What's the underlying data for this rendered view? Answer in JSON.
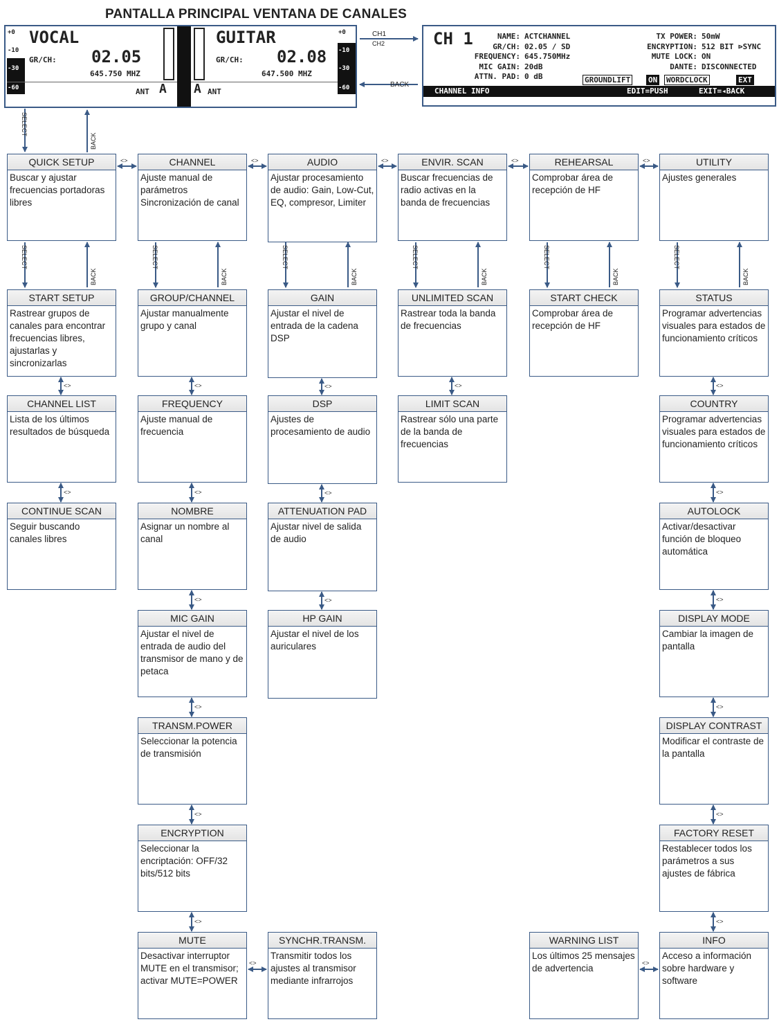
{
  "title": "PANTALLA PRINCIPAL VENTANA DE CANALES",
  "main_screen": {
    "left_name": "VOCAL",
    "right_name": "GUITAR",
    "grch_label": "GR/CH:",
    "left_value": "02.05",
    "right_value": "02.08",
    "left_freq": "645.750 MHZ",
    "right_freq": "647.500 MHZ",
    "ant": "ANT",
    "ant_letter": "A",
    "scale": [
      "+0",
      "-10",
      "-30",
      "-60"
    ]
  },
  "arrow_labels": {
    "ch1": "CH1",
    "ch2": "CH2",
    "back": "BACK",
    "select": "SELECT"
  },
  "channel_info": {
    "ch": "CH 1",
    "left_rows": [
      {
        "k": "NAME:",
        "v": "ACTCHANNEL"
      },
      {
        "k": "GR/CH:",
        "v": "02.05 / SD"
      },
      {
        "k": "FREQUENCY:",
        "v": "645.750MHz"
      },
      {
        "k": "MIC GAIN:",
        "v": "20dB"
      },
      {
        "k": "ATTN. PAD:",
        "v": "0 dB"
      }
    ],
    "right_rows": [
      {
        "k": "TX POWER:",
        "v": "50mW"
      },
      {
        "k": "ENCRYPTION:",
        "v": "512 BIT  ⊳SYNC"
      },
      {
        "k": "MUTE LOCK:",
        "v": "ON"
      },
      {
        "k": "DANTE:",
        "v": "DISCONNECTED"
      }
    ],
    "groundlift": "GROUNDLIFT",
    "on": "ON",
    "wordclock": "WORDCLOCK",
    "ext": "EXT",
    "footer_left": "CHANNEL INFO",
    "footer_edit": "EDIT=PUSH",
    "footer_exit": "EXIT=◂BACK"
  },
  "nav_symbol": "<>",
  "columns": [
    {
      "items": [
        {
          "title": "QUICK SETUP",
          "desc": "Buscar y ajustar frecuencias portadoras libres"
        },
        {
          "title": "START SETUP",
          "desc": "Rastrear grupos de canales para encontrar frecuencias libres, ajustarlas y sincronizarlas"
        },
        {
          "title": "CHANNEL LIST",
          "desc": "Lista de los últimos resultados de búsqueda"
        },
        {
          "title": "CONTINUE SCAN",
          "desc": "Seguir buscando canales libres"
        }
      ]
    },
    {
      "items": [
        {
          "title": "CHANNEL",
          "desc": "Ajuste manual de parámetros Sincronización de canal"
        },
        {
          "title": "GROUP/CHANNEL",
          "desc": "Ajustar manualmente grupo y canal"
        },
        {
          "title": "FREQUENCY",
          "desc": "Ajuste manual de frecuencia"
        },
        {
          "title": "NOMBRE",
          "desc": "Asignar un nombre al canal"
        },
        {
          "title": "MIC GAIN",
          "desc": "Ajustar el nivel de entrada de audio del transmisor de mano y de petaca"
        },
        {
          "title": "TRANSM.POWER",
          "desc": "Seleccionar la potencia de transmisión"
        },
        {
          "title": "ENCRYPTION",
          "desc": "Seleccionar la encriptación: OFF/32 bits/512 bits"
        },
        {
          "title": "MUTE",
          "desc": "Desactivar interruptor MUTE en el transmisor; activar MUTE=POWER"
        }
      ]
    },
    {
      "items": [
        {
          "title": "AUDIO",
          "desc": "Ajustar procesamiento de audio: Gain, Low-Cut, EQ, compresor, Limiter"
        },
        {
          "title": "GAIN",
          "desc": "Ajustar el nivel de entrada de la cadena DSP"
        },
        {
          "title": "DSP",
          "desc": "Ajustes de procesamiento de audio"
        },
        {
          "title": "ATTENUATION PAD",
          "desc": "Ajustar nivel de salida de audio"
        },
        {
          "title": "HP GAIN",
          "desc": "Ajustar el nivel de los auriculares"
        }
      ]
    },
    {
      "items": [
        {
          "title": "ENVIR. SCAN",
          "desc": "Buscar frecuencias de radio activas en la banda de frecuencias"
        },
        {
          "title": "UNLIMITED SCAN",
          "desc": "Rastrear toda la banda de frecuencias"
        },
        {
          "title": "LIMIT SCAN",
          "desc": "Rastrear sólo una parte de la banda de frecuencias"
        }
      ]
    },
    {
      "items": [
        {
          "title": "REHEARSAL",
          "desc": "Comprobar área de recepción de HF"
        },
        {
          "title": "START CHECK",
          "desc": "Comprobar área de recepción de HF"
        }
      ]
    },
    {
      "items": [
        {
          "title": "UTILITY",
          "desc": "Ajustes generales"
        },
        {
          "title": "STATUS",
          "desc": "Programar advertencias visuales para estados de funcionamiento críticos"
        },
        {
          "title": "COUNTRY",
          "desc": "Programar advertencias visuales para estados de funcionamiento críticos"
        },
        {
          "title": "AUTOLOCK",
          "desc": "Activar/desactivar función de bloqueo automática"
        },
        {
          "title": "DISPLAY MODE",
          "desc": "Cambiar la imagen de pantalla"
        },
        {
          "title": "DISPLAY CONTRAST",
          "desc": "Modificar el contraste de la pantalla"
        },
        {
          "title": "FACTORY RESET",
          "desc": "Restablecer todos los parámetros a sus ajustes de fábrica"
        },
        {
          "title": "INFO",
          "desc": "Acceso a información sobre hardware y software"
        }
      ]
    }
  ],
  "extra_boxes": [
    {
      "title": "SYNCHR.TRANSM.",
      "desc": "Transmitir todos los ajustes al transmisor mediante infrarrojos"
    },
    {
      "title": "WARNING LIST",
      "desc": "Los últimos 25 mensajes de advertencia"
    }
  ]
}
